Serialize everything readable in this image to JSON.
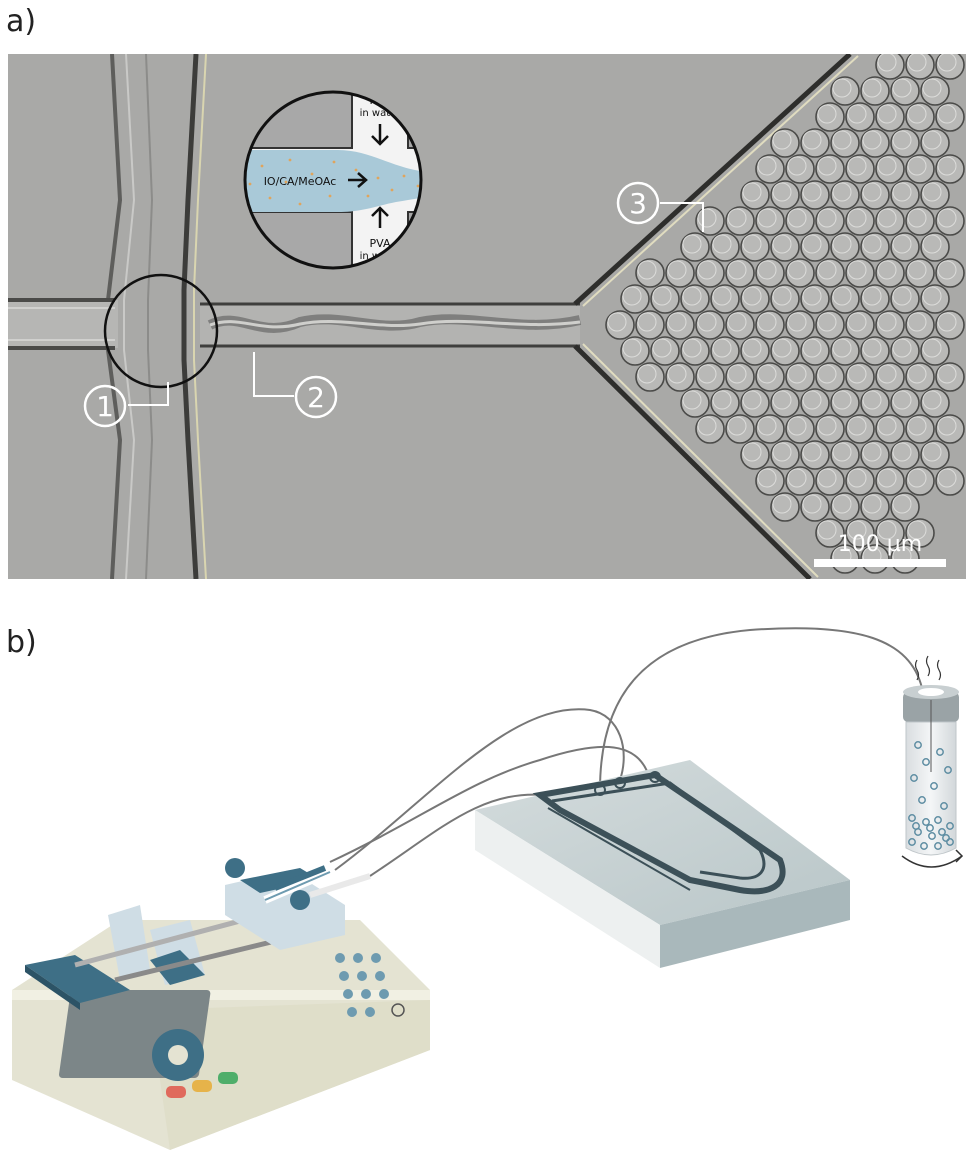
{
  "panel_a": {
    "label": "a)",
    "callouts": [
      "1",
      "2",
      "3"
    ],
    "inset": {
      "label_top_line1": "PVA",
      "label_top_line2": "in water",
      "label_left": "IO/CA/MeOAc",
      "label_bottom_line1": "PVA",
      "label_bottom_line2": "in water"
    },
    "scale_bar": "100 µm"
  },
  "panel_b": {
    "label": "b)"
  },
  "colors": {
    "micrograph_bg": "#a9a9a7",
    "channel_wall": "#6f6f6d",
    "inset_blue": "#a9c9d8",
    "pump_body": "#e8e8d8",
    "pump_accent": "#3e6f86",
    "chip": "#c7d2d3",
    "chip_channel": "#3c5058"
  }
}
